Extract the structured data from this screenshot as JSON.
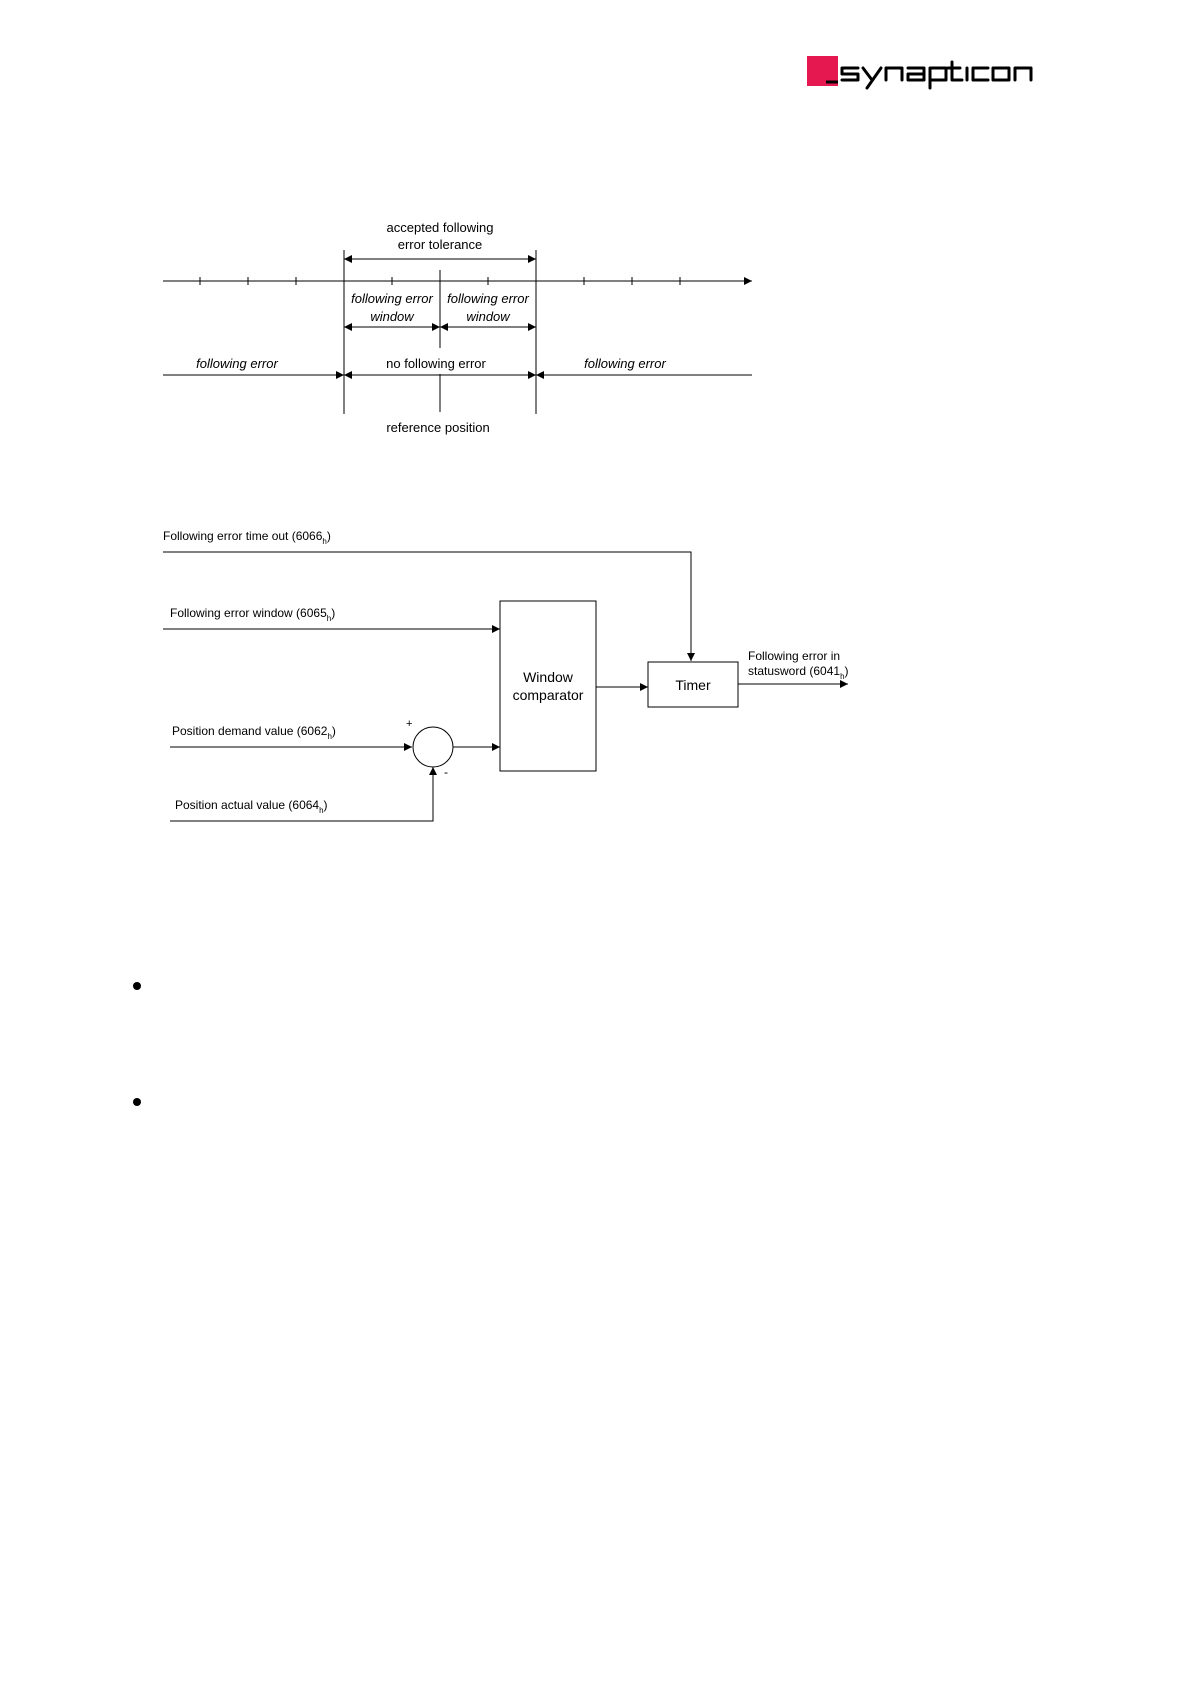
{
  "logo": {
    "text": "synapticon",
    "accent_color": "#e5194f"
  },
  "diagram1": {
    "tolerance_label_line1": "accepted following",
    "tolerance_label_line2": "error tolerance",
    "window_left_line1": "following error",
    "window_left_line2": "window",
    "window_right_line1": "following error",
    "window_right_line2": "window",
    "following_error_left": "following error",
    "no_following_error": "no following error",
    "following_error_right": "following error",
    "reference_position": "reference position"
  },
  "diagram2": {
    "timeout_label": "Following error time out (6066",
    "timeout_sub": "h",
    "window_label": "Following error window (6065",
    "window_sub": "h",
    "demand_label": "Position demand value (6062",
    "demand_sub": "h",
    "actual_label": "Position actual value (6064",
    "actual_sub": "h",
    "close_paren": ")",
    "plus_sign": "+",
    "minus_sign": "-",
    "comparator_line1": "Window",
    "comparator_line2": "comparator",
    "timer_label": "Timer",
    "output_line1": "Following error in",
    "output_line2": "statusword (6041",
    "output_sub": "h"
  }
}
